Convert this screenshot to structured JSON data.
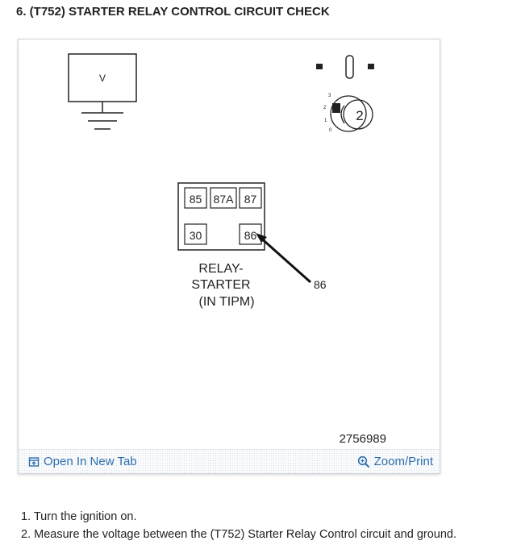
{
  "step": {
    "title": "6. (T752) STARTER RELAY CONTROL CIRCUIT CHECK"
  },
  "diagram": {
    "voltmeter_label": "V",
    "ignition_positions": [
      "3",
      "2",
      "1",
      "0"
    ],
    "ignition_key_number": "2",
    "relay_terminals": [
      "85",
      "87A",
      "87",
      "30",
      "86"
    ],
    "relay_caption_lines": [
      "RELAY-",
      "STARTER",
      "(IN TIPM)"
    ],
    "callout_label": "86",
    "figure_id": "2756989"
  },
  "toolbar": {
    "open_new_tab_label": "Open In New Tab",
    "zoom_print_label": "Zoom/Print",
    "link_color": "#2c6fb0",
    "icons": [
      "open-new-tab-icon",
      "magnifier-icon"
    ]
  },
  "instructions": [
    "1. Turn the ignition on.",
    "2. Measure the voltage between the (T752) Starter Relay Control circuit and ground."
  ]
}
